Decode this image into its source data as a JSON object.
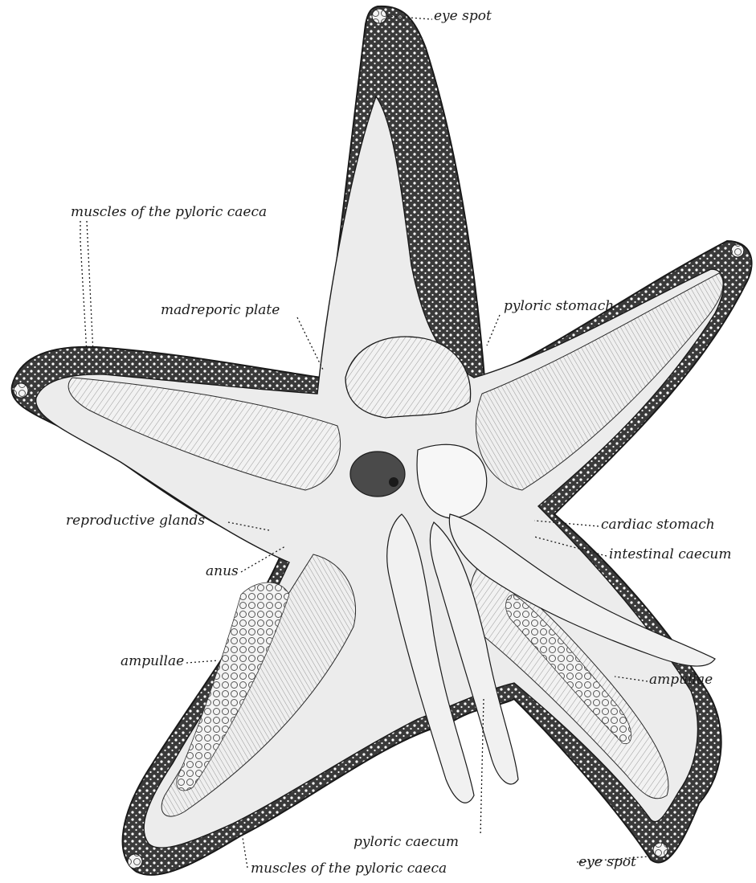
{
  "labels": {
    "eye_spot_top": "eye spot",
    "muscles_top": "muscles of the pyloric caeca",
    "madreporic_plate": "madreporic plate",
    "pyloric_stomach": "pyloric stomach",
    "reproductive_glands": "reproductive glands",
    "cardiac_stomach": "cardiac stomach",
    "intestinal_caecum": "intestinal caecum",
    "anus": "anus",
    "ampullae_left": "ampullae",
    "ampullae_right": "ampullae",
    "pyloric_caecum": "pyloric caecum",
    "eye_spot_bottom": "eye spot",
    "muscles_bottom": "muscles of the pyloric caeca"
  },
  "colors": {
    "ink": "#1a1a1a",
    "skin_dark": "#3a3a3a",
    "interior": "#e9e9e9",
    "paper": "#ffffff"
  }
}
